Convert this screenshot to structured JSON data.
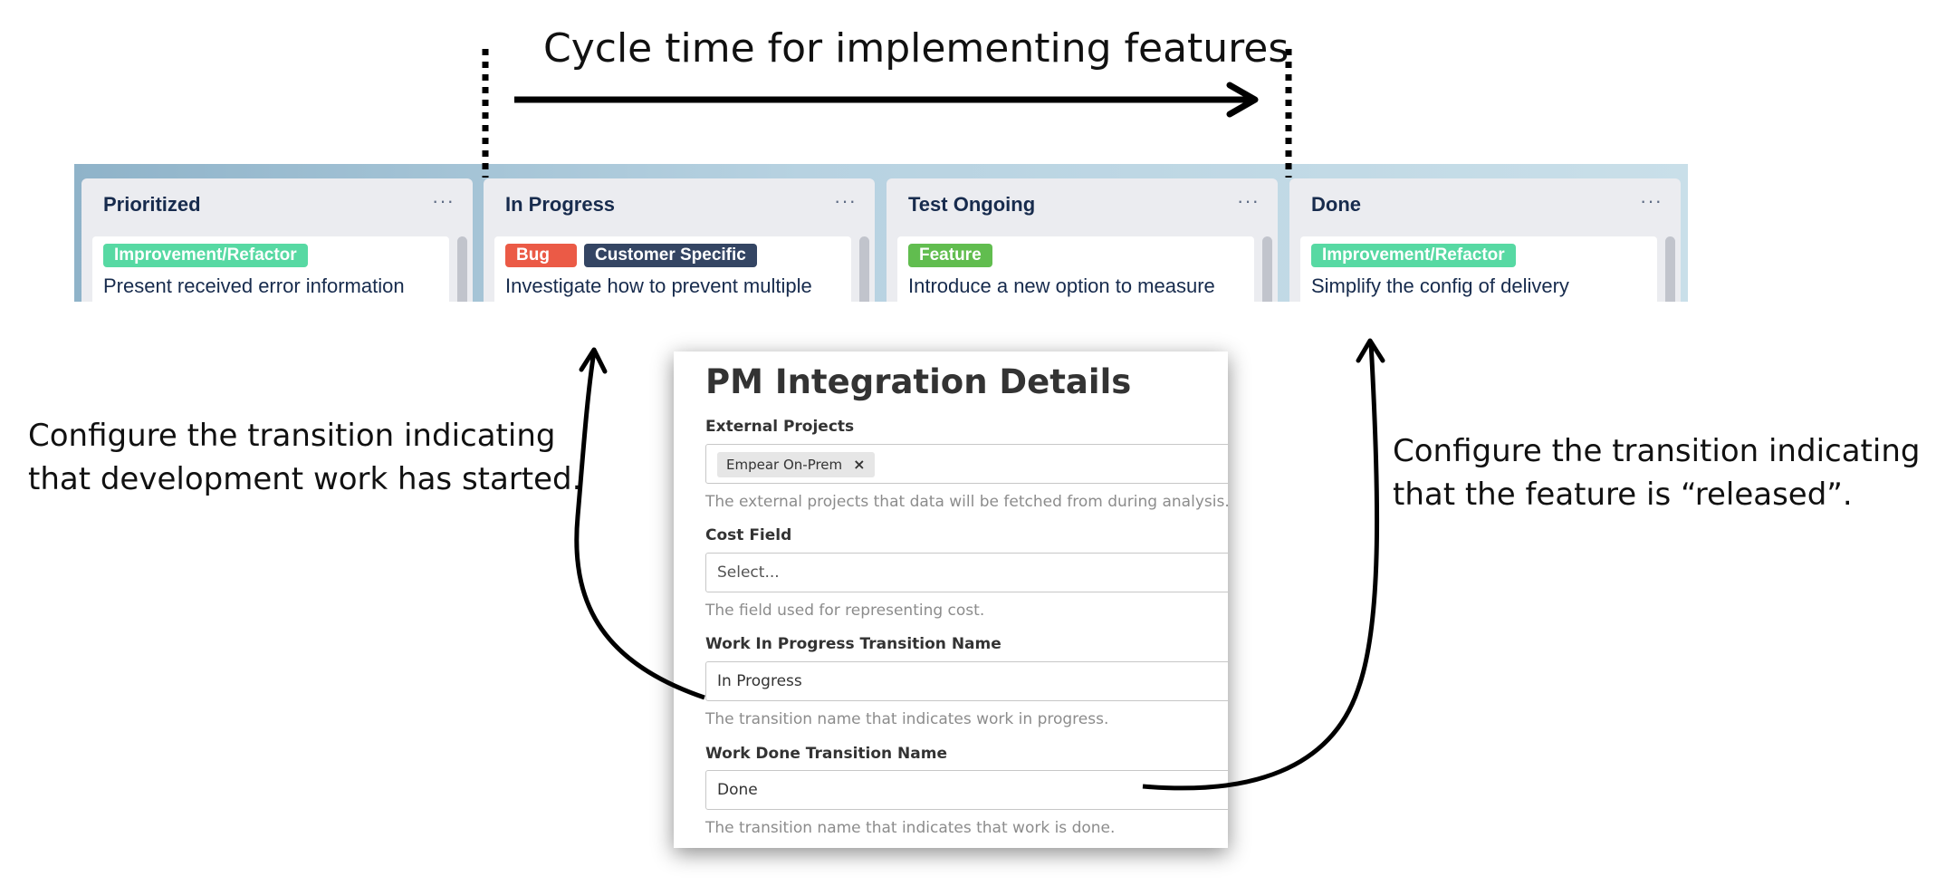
{
  "annotations": {
    "title": "Cycle time for implementing features",
    "left_caption": [
      "Configure the transition indicating",
      "that development work has started."
    ],
    "right_caption": [
      "Configure the transition indicating",
      "that the feature is “released”."
    ]
  },
  "board": {
    "columns": [
      {
        "title": "Prioritized",
        "menu": "···",
        "labels": [
          {
            "text": "Improvement/Refactor",
            "color": "#57d9a3"
          }
        ],
        "card_text": "Present received error information"
      },
      {
        "title": "In Progress",
        "menu": "···",
        "labels": [
          {
            "text": "Bug",
            "color": "#eb5a46"
          },
          {
            "text": "Customer Specific",
            "color": "#344563"
          }
        ],
        "card_text": "Investigate how to prevent multiple"
      },
      {
        "title": "Test Ongoing",
        "menu": "···",
        "labels": [
          {
            "text": "Feature",
            "color": "#61bd4f"
          }
        ],
        "card_text": "Introduce a new option to measure"
      },
      {
        "title": "Done",
        "menu": "···",
        "labels": [
          {
            "text": "Improvement/Refactor",
            "color": "#57d9a3"
          }
        ],
        "card_text": "Simplify the config of delivery"
      }
    ]
  },
  "panel": {
    "title": "PM Integration Details",
    "external_projects": {
      "label": "External Projects",
      "tag": "Empear On-Prem",
      "remove_icon": "×",
      "help": "The external projects that data will be fetched from during analysis."
    },
    "cost_field": {
      "label": "Cost Field",
      "placeholder": "Select...",
      "help": "The field used for representing cost."
    },
    "wip_transition": {
      "label": "Work In Progress Transition Name",
      "value": "In Progress",
      "help": "The transition name that indicates work in progress."
    },
    "done_transition": {
      "label": "Work Done Transition Name",
      "value": "Done",
      "help": "The transition name that indicates that work is done."
    }
  }
}
